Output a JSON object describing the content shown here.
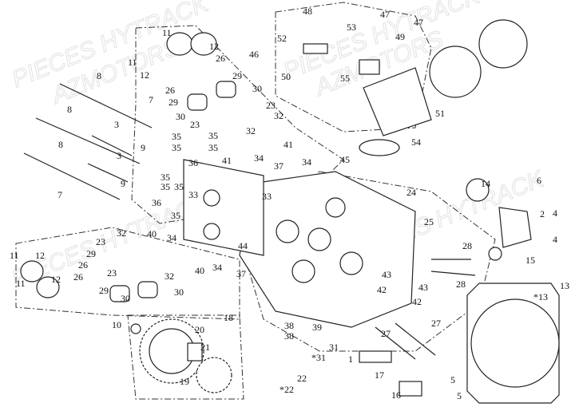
{
  "diagram": {
    "title": "Cylinder head exploded view",
    "watermark": [
      "PIECES HYTRACK",
      "AZMOTORS"
    ],
    "callouts": [
      "11",
      "11",
      "12",
      "26",
      "12",
      "26",
      "29",
      "29",
      "30",
      "30",
      "23",
      "23",
      "32",
      "32",
      "8",
      "8",
      "8",
      "7",
      "7",
      "3",
      "3",
      "9",
      "9",
      "35",
      "35",
      "35",
      "35",
      "41",
      "41",
      "34",
      "34",
      "37",
      "36",
      "33",
      "33",
      "35",
      "35",
      "35",
      "35",
      "36",
      "23",
      "32",
      "40",
      "34",
      "40",
      "34",
      "44",
      "37",
      "29",
      "23",
      "32",
      "11",
      "12",
      "26",
      "11",
      "12",
      "26",
      "29",
      "30",
      "30",
      "10",
      "20",
      "18",
      "21",
      "19",
      "38",
      "38",
      "39",
      "31",
      "22",
      "1",
      "17",
      "16",
      "5",
      "5",
      "27",
      "27",
      "42",
      "42",
      "43",
      "43",
      "25",
      "28",
      "28",
      "24",
      "45",
      "54",
      "51",
      "55",
      "50",
      "52",
      "48",
      "53",
      "47",
      "47",
      "49",
      "46",
      "14",
      "6",
      "2",
      "4",
      "4",
      "15",
      "13"
    ],
    "markers": [
      "*31",
      "*22",
      "*13"
    ]
  }
}
